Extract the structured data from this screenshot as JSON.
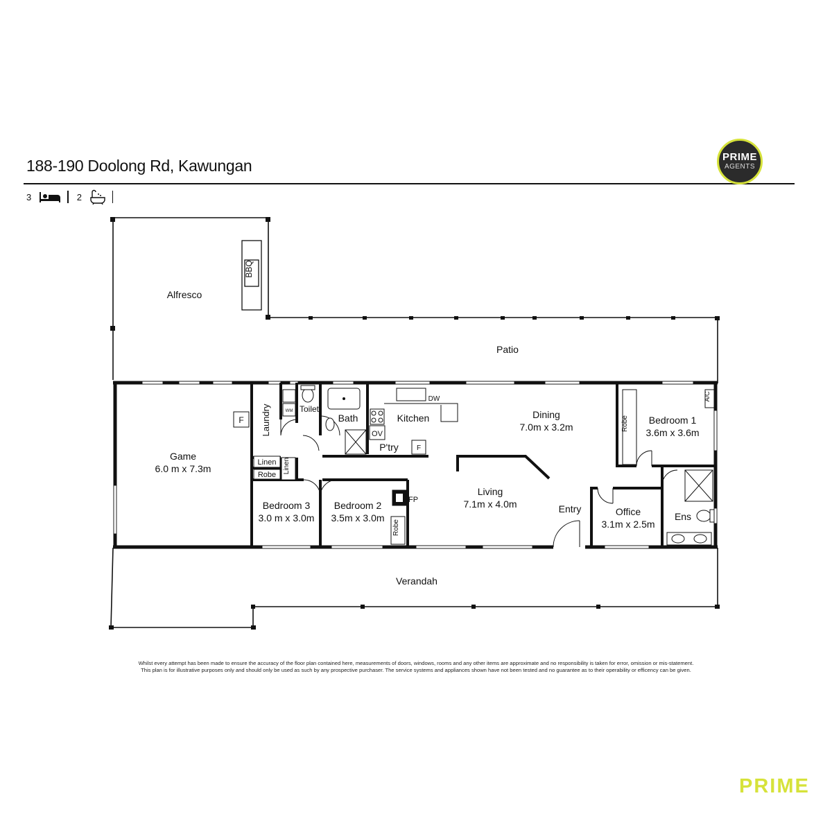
{
  "header": {
    "title": "188-190 Doolong Rd, Kawungan",
    "logo_line1": "PRIME",
    "logo_line2": "AGENTS",
    "bedrooms": "3",
    "bathrooms": "2"
  },
  "rooms": {
    "alfresco": "Alfresco",
    "bbq": "BBQ",
    "patio": "Patio",
    "game": "Game",
    "game_size": "6.0 m x 7.3m",
    "f_game": "F",
    "laundry": "Laundry",
    "wm": "WM",
    "toilet": "Toilet",
    "bath": "Bath",
    "kitchen": "Kitchen",
    "dw": "DW",
    "ov": "OV",
    "pantry": "P'try",
    "f_pantry": "F",
    "dining": "Dining",
    "dining_size": "7.0m x 3.2m",
    "robe_bed1": "Robe",
    "bedroom1": "Bedroom 1",
    "bedroom1_size": "3.6m x 3.6m",
    "ac": "A/C",
    "linen1": "Linen",
    "robe_bed3": "Robe",
    "linen2": "Linen",
    "bedroom3": "Bedroom 3",
    "bedroom3_size": "3.0 m x 3.0m",
    "bedroom2": "Bedroom 2",
    "bedroom2_size": "3.5m x 3.0m",
    "robe_bed2": "Robe",
    "fp": "FP",
    "living": "Living",
    "living_size": "7.1m x 4.0m",
    "entry": "Entry",
    "office": "Office",
    "office_size": "3.1m x 2.5m",
    "ens": "Ens",
    "verandah": "Verandah"
  },
  "footer": {
    "disclaimer_line1": "Whilst every attempt has been made to ensure the accuracy of the floor plan contained here, measurements of doors, windows, rooms and any other items are approximate and no responsibility is taken for error, omission or mis-statement.",
    "disclaimer_line2": "This plan is for illustrative purposes only and should only be used as such by any prospective purchaser. The service systems and appliances shown have not been tested and no guarantee as to their operability or efficency can be given.",
    "brand": "PRIME"
  }
}
